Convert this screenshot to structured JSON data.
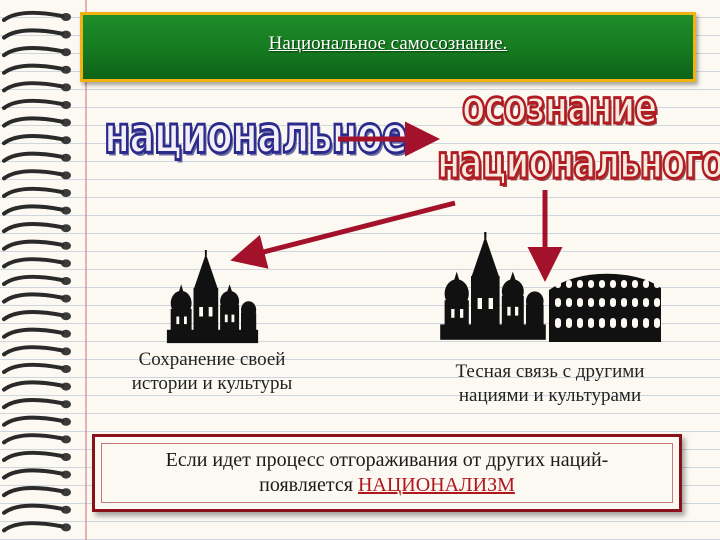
{
  "title": "Национальное самосознание.",
  "words": {
    "left": "национальное",
    "right_line1": "осознание",
    "right_line2": "национального"
  },
  "captions": {
    "left_line1": "Сохранение своей",
    "left_line2": "истории и культуры",
    "right_line1": "Тесная связь с другими",
    "right_line2": "нациями и культурами"
  },
  "conclusion": {
    "line1": "Если идет процесс отгораживания от других наций-",
    "line2_prefix": "появляется ",
    "line2_highlight": "НАЦИОНАЛИЗМ"
  },
  "colors": {
    "title_bg": "#157a20",
    "title_border": "#f2b312",
    "arrow": "#a3122a",
    "word_blue": "#2b2b8c",
    "word_red": "#b11b21",
    "nationalism": "#b0161d"
  }
}
